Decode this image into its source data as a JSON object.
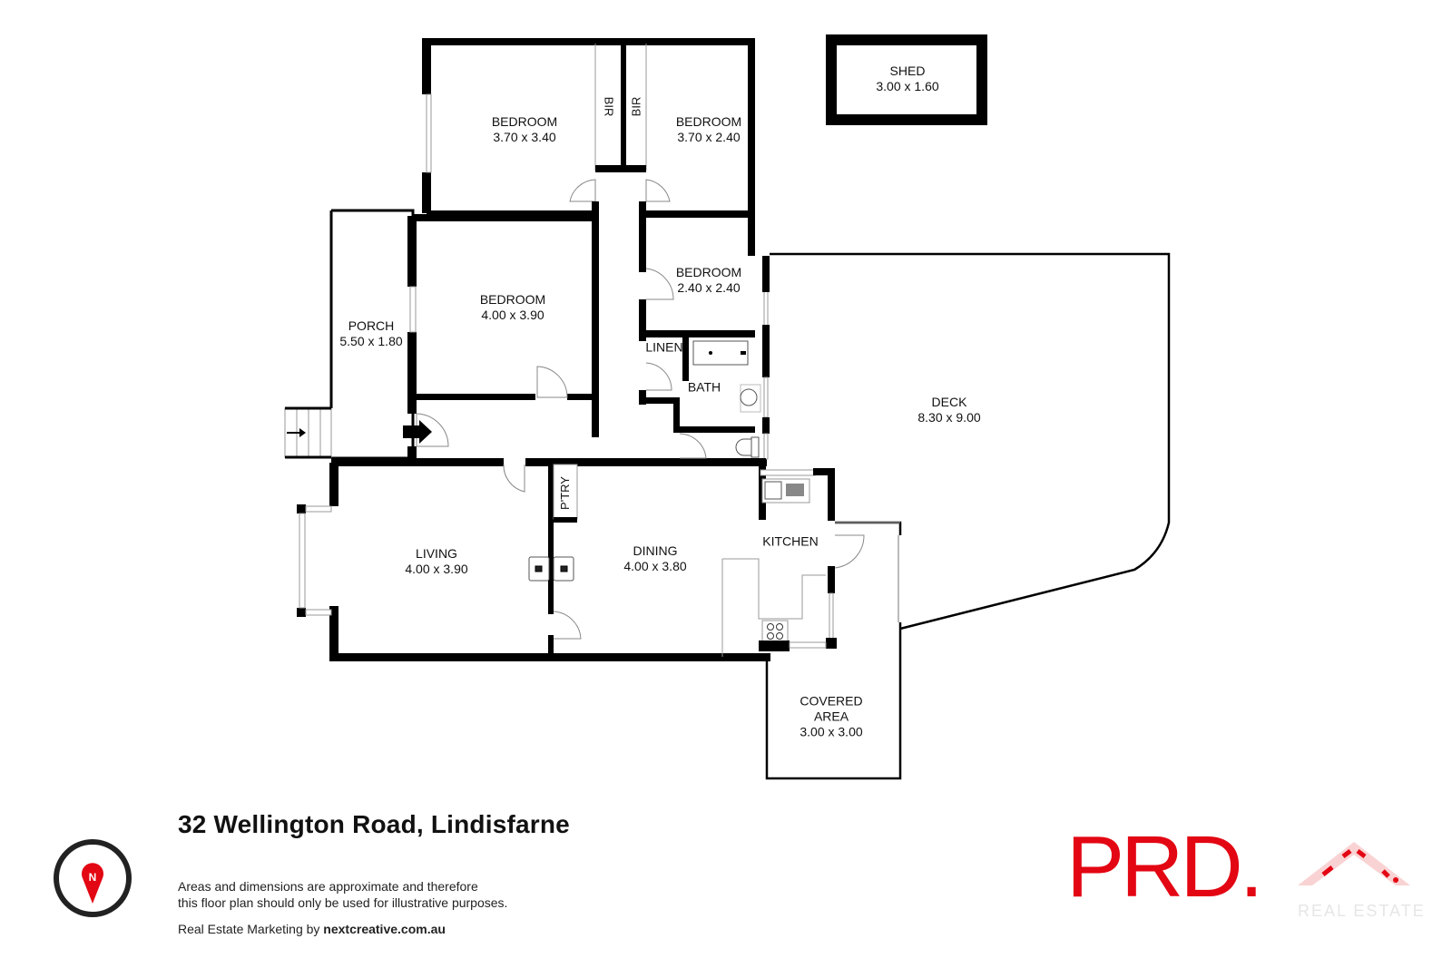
{
  "rooms": {
    "bedroom1": {
      "name": "BEDROOM",
      "dims": "3.70 x 3.40"
    },
    "bedroom2": {
      "name": "BEDROOM",
      "dims": "3.70 x 2.40"
    },
    "bedroom3": {
      "name": "BEDROOM",
      "dims": "4.00 x 3.90"
    },
    "bedroom4": {
      "name": "BEDROOM",
      "dims": "2.40 x 2.40"
    },
    "shed": {
      "name": "SHED",
      "dims": "3.00 x 1.60"
    },
    "porch": {
      "name": "PORCH",
      "dims": "5.50 x 1.80"
    },
    "deck": {
      "name": "DECK",
      "dims": "8.30 x 9.00"
    },
    "linen": {
      "name": "LINEN"
    },
    "bath": {
      "name": "BATH"
    },
    "living": {
      "name": "LIVING",
      "dims": "4.00 x 3.90"
    },
    "dining": {
      "name": "DINING",
      "dims": "4.00 x 3.80"
    },
    "kitchen": {
      "name": "KITCHEN"
    },
    "pantry": {
      "name": "P'TRY"
    },
    "covered": {
      "name_line1": "COVERED",
      "name_line2": "AREA",
      "dims": "3.00 x 3.00"
    },
    "bir_left": {
      "name": "BIR"
    },
    "bir_right": {
      "name": "BIR"
    }
  },
  "footer": {
    "address": "32 Wellington Road, Lindisfarne",
    "disclaimer_line1": "Areas and dimensions are approximate and therefore",
    "disclaimer_line2": "this floor plan should only be used for illustrative purposes.",
    "credit_prefix": "Real Estate Marketing by ",
    "credit_site": "nextcreative.com.au",
    "compass_label": "N"
  },
  "brand": {
    "logo_text": "PRD.",
    "sub_text": "REAL ESTATE",
    "primary_color": "#e30613",
    "wall_color": "#000000"
  }
}
